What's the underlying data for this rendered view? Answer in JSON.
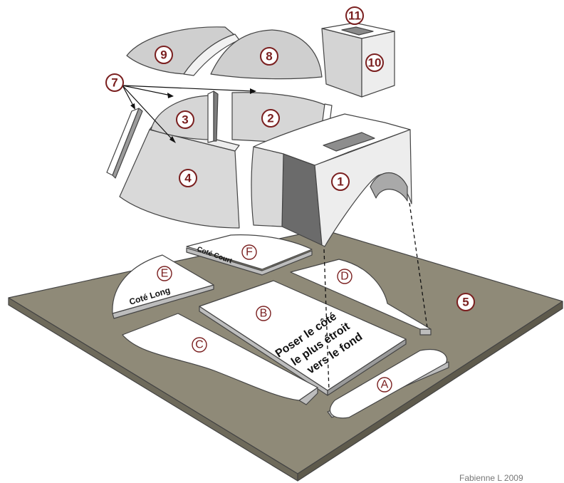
{
  "colors": {
    "board": "#8f8a78",
    "board_edge": "#6e6a5b",
    "piece_top": "#ffffff",
    "piece_face": "#dcdcdc",
    "piece_shadow": "#a9a9a9",
    "dark_face": "#6b6b6b",
    "label_color": "#7a1f1f",
    "stamp_text": "#111111"
  },
  "numbered_parts": [
    {
      "id": "1",
      "label": "1"
    },
    {
      "id": "2",
      "label": "2"
    },
    {
      "id": "3",
      "label": "3"
    },
    {
      "id": "4",
      "label": "4"
    },
    {
      "id": "5",
      "label": "5"
    },
    {
      "id": "7",
      "label": "7"
    },
    {
      "id": "8",
      "label": "8"
    },
    {
      "id": "9",
      "label": "9"
    },
    {
      "id": "10",
      "label": "10"
    },
    {
      "id": "11",
      "label": "11"
    }
  ],
  "floor_pieces": [
    {
      "id": "A",
      "label": "A"
    },
    {
      "id": "B",
      "label": "B",
      "text_lines": [
        "Poser le côté",
        "le plus étroit",
        "vers le fond"
      ]
    },
    {
      "id": "C",
      "label": "C"
    },
    {
      "id": "D",
      "label": "D"
    },
    {
      "id": "E",
      "label": "E",
      "text": "Coté Long"
    },
    {
      "id": "F",
      "label": "F",
      "text": "Coté Court"
    }
  ],
  "credit_text": "Fabienne L 2009"
}
